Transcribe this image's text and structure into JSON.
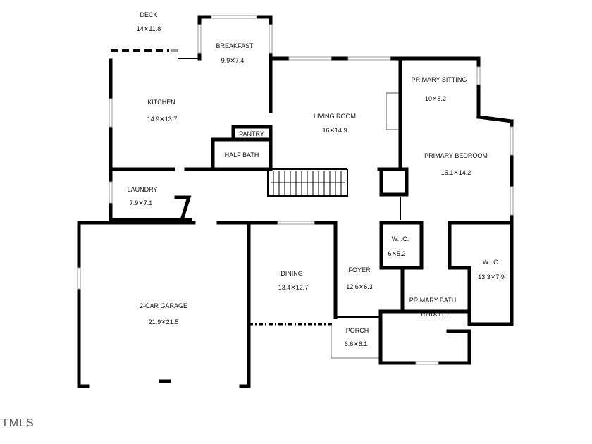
{
  "rooms": {
    "deck": {
      "name": "DECK",
      "dims": "14✕11.8"
    },
    "breakfast": {
      "name": "BREAKFAST",
      "dims": "9.9✕7.4"
    },
    "kitchen": {
      "name": "KITCHEN",
      "dims": "14.9✕13.7"
    },
    "pantry": {
      "name": "PANTRY"
    },
    "half_bath": {
      "name": "HALF BATH"
    },
    "living_room": {
      "name": "LIVING ROOM",
      "dims": "16✕14.9"
    },
    "primary_sitting": {
      "name": "PRIMARY SITTING",
      "dims": "10✕8.2"
    },
    "primary_bedroom": {
      "name": "PRIMARY BEDROOM",
      "dims": "15.1✕14.2"
    },
    "laundry": {
      "name": "LAUNDRY",
      "dims": "7.9✕7.1"
    },
    "wic_small": {
      "name": "W.I.C.",
      "dims": "6✕5.2"
    },
    "wic_large": {
      "name": "W.I.C.",
      "dims": "13.3✕7.9"
    },
    "garage": {
      "name": "2-CAR GARAGE",
      "dims": "21.9✕21.5"
    },
    "dining": {
      "name": "DINING",
      "dims": "13.4✕12.7"
    },
    "foyer": {
      "name": "FOYER",
      "dims": "12.6✕6.3"
    },
    "primary_bath": {
      "name": "PRIMARY BATH",
      "dims": "18.8✕11.1"
    },
    "porch": {
      "name": "PORCH",
      "dims": "6.6✕6.1"
    }
  },
  "watermark": "TMLS",
  "colors": {
    "wall": "#000000",
    "window": "#9a9a9a",
    "background": "#ffffff"
  }
}
